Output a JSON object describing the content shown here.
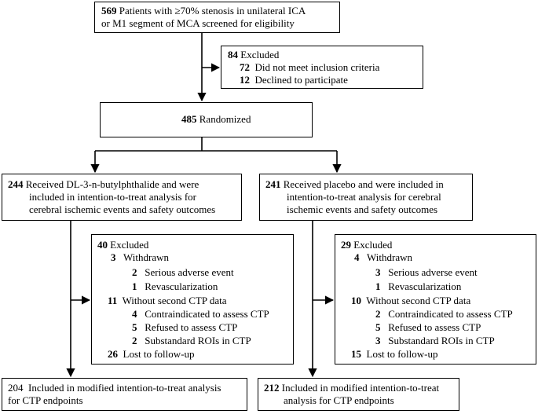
{
  "screened": {
    "number": "569",
    "line1": "Patients with ≥70% stenosis in unilateral ICA",
    "line2": "or M1 segment of MCA screened for eligibility"
  },
  "excluded_initial": {
    "number": "84",
    "label": "Excluded",
    "items": [
      {
        "number": "72",
        "label": "Did not meet inclusion criteria"
      },
      {
        "number": "12",
        "label": "Declined to participate"
      }
    ]
  },
  "randomized": {
    "number": "485",
    "label": "Randomized"
  },
  "dl3nb_arm": {
    "number": "244",
    "line1": "Received DL-3-n-butylphthalide and were",
    "line2": "included in intention-to-treat analysis for",
    "line3": "cerebral ischemic events and safety outcomes"
  },
  "placebo_arm": {
    "number": "241",
    "line1": "Received placebo and were included in",
    "line2": "intention-to-treat analysis for cerebral",
    "line3": "ischemic events and safety outcomes"
  },
  "dl3nb_excluded": {
    "number": "40",
    "label": "Excluded",
    "withdrawn": {
      "number": "3",
      "label": "Withdrawn"
    },
    "serious": {
      "number": "2",
      "label": "Serious adverse event"
    },
    "revasc": {
      "number": "1",
      "label": "Revascularization"
    },
    "no_ctp": {
      "number": "11",
      "label": "Without second CTP data"
    },
    "contra": {
      "number": "4",
      "label": "Contraindicated to assess CTP"
    },
    "refused": {
      "number": "5",
      "label": "Refused to assess CTP"
    },
    "substandard": {
      "number": "2",
      "label": "Substandard ROIs in CTP"
    },
    "lost": {
      "number": "26",
      "label": "Lost to follow-up"
    }
  },
  "placebo_excluded": {
    "number": "29",
    "label": "Excluded",
    "withdrawn": {
      "number": "4",
      "label": "Withdrawn"
    },
    "serious": {
      "number": "3",
      "label": "Serious adverse event"
    },
    "revasc": {
      "number": "1",
      "label": "Revascularization"
    },
    "no_ctp": {
      "number": "10",
      "label": "Without second CTP data"
    },
    "contra": {
      "number": "2",
      "label": "Contraindicated to assess CTP"
    },
    "refused": {
      "number": "5",
      "label": "Refused to assess CTP"
    },
    "substandard": {
      "number": "3",
      "label": "Substandard ROIs in CTP"
    },
    "lost": {
      "number": "15",
      "label": "Lost to follow-up"
    }
  },
  "dl3nb_mitt": {
    "number": "204",
    "line1": "Included in modified intention-to-treat analysis",
    "line2": "for CTP endpoints"
  },
  "placebo_mitt": {
    "number": "212",
    "line1": "Included in modified intention-to-treat",
    "line2": "analysis for CTP endpoints"
  }
}
